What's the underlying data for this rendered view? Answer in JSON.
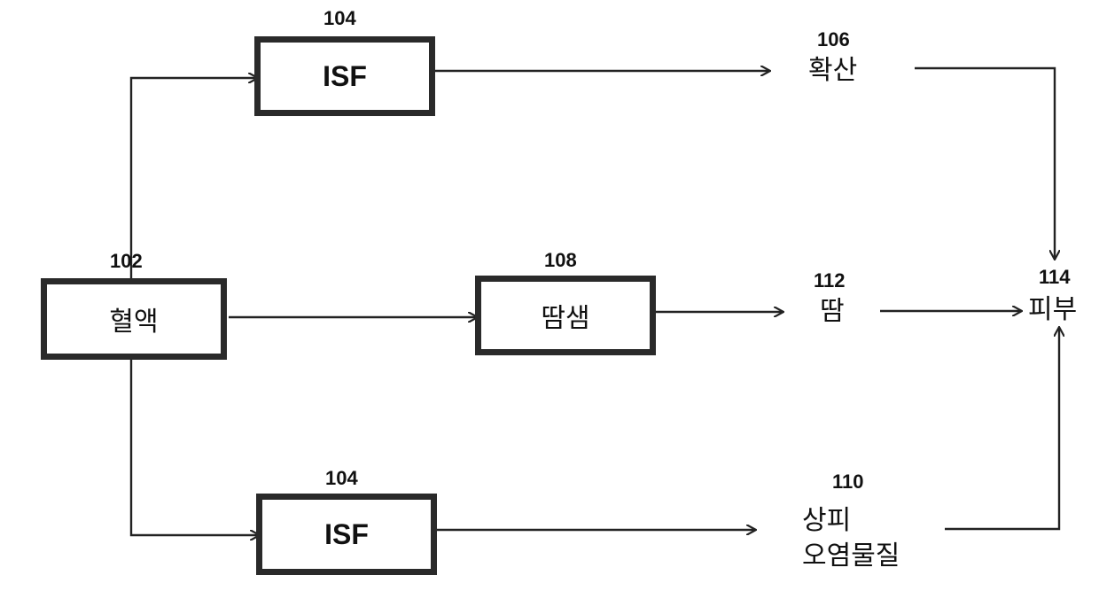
{
  "nodes": {
    "blood": {
      "ref": "102",
      "label": "혈액"
    },
    "isf_top": {
      "ref": "104",
      "label": "ISF"
    },
    "sweat_gland": {
      "ref": "108",
      "label": "땀샘"
    },
    "isf_bottom": {
      "ref": "104",
      "label": "ISF"
    },
    "diffusion": {
      "ref": "106",
      "label": "확산"
    },
    "sweat": {
      "ref": "112",
      "label": "땀"
    },
    "epidermal": {
      "ref": "110",
      "line1": "상피",
      "line2": "오염물질"
    },
    "skin": {
      "ref": "114",
      "label": "피부"
    }
  }
}
